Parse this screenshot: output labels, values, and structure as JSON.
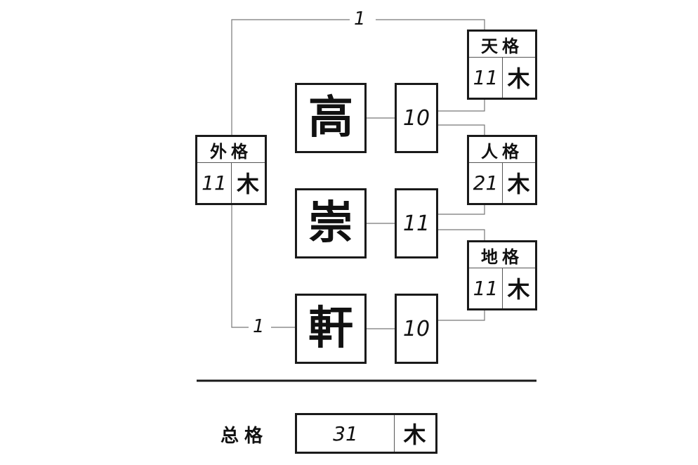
{
  "characters": [
    "高",
    "崇",
    "軒"
  ],
  "stroke_counts": [
    "10",
    "11",
    "10"
  ],
  "external_ones": [
    "1",
    "1"
  ],
  "grids": {
    "tian": {
      "label": "天格",
      "number": "11",
      "element": "木"
    },
    "ren": {
      "label": "人格",
      "number": "21",
      "element": "木"
    },
    "di": {
      "label": "地格",
      "number": "11",
      "element": "木"
    },
    "wai": {
      "label": "外格",
      "number": "11",
      "element": "木"
    }
  },
  "total": {
    "label": "总格",
    "number": "31",
    "element": "木"
  }
}
